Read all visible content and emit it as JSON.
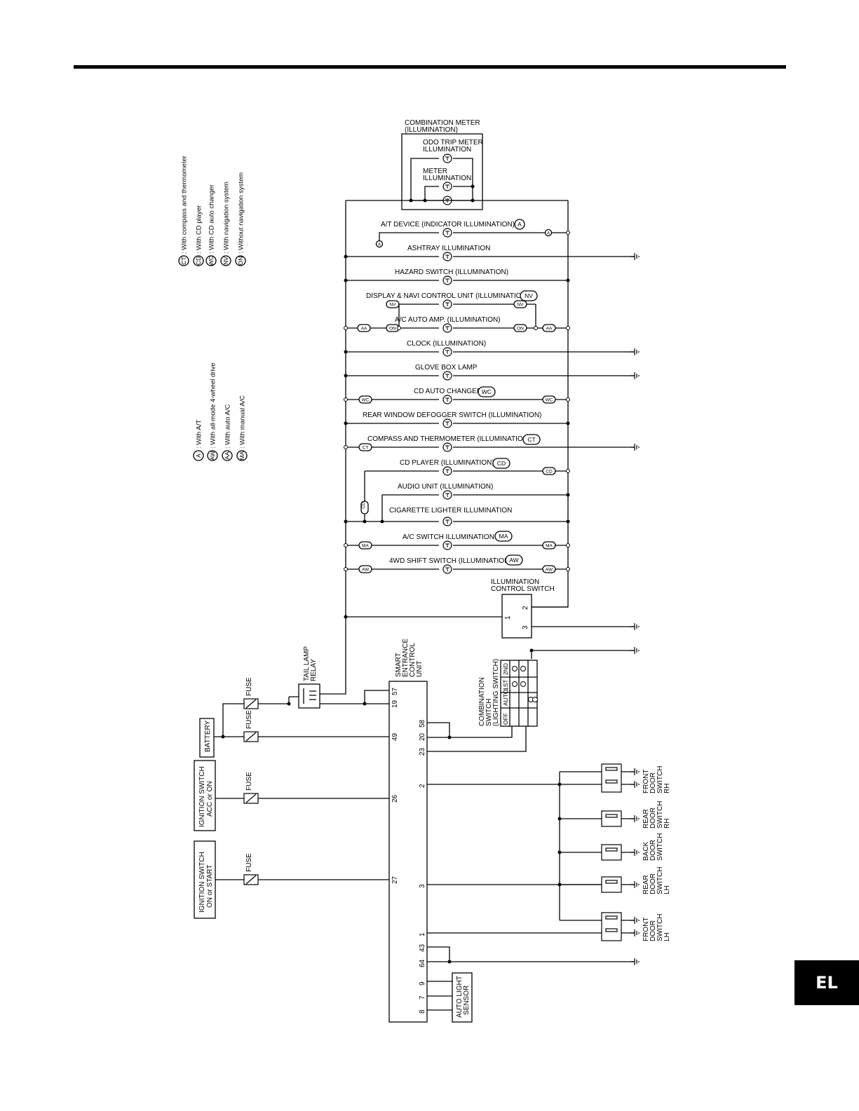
{
  "section_tab": "EL",
  "legend": [
    {
      "code": "CT",
      "text": ": With compass and thermometer"
    },
    {
      "code": "CD",
      "text": ": With CD player"
    },
    {
      "code": "WC",
      "text": ": With CD auto changer"
    },
    {
      "code": "NV",
      "text": ": With navigation system"
    },
    {
      "code": "ON",
      "text": ": Without navigation system"
    },
    {
      "code": "A",
      "text": ": With A/T"
    },
    {
      "code": "AW",
      "text": ": With all-mode 4-wheel drive"
    },
    {
      "code": "AA",
      "text": ": With auto A/C"
    },
    {
      "code": "MA",
      "text": ": With manual A/C"
    }
  ],
  "combination_meter": {
    "title_1": "COMBINATION METER",
    "title_2": "(ILLUMINATION)",
    "odo_1": "ODO TRIP METER",
    "odo_2": "ILLUMINATION",
    "meter_1": "METER",
    "meter_2": "ILLUMINATION"
  },
  "illumination_rows": [
    {
      "label": "A/T DEVICE (INDICATOR ILLUMINATION)",
      "badge": "A"
    },
    {
      "label": "ASHTRAY ILLUMINATION",
      "badge": ""
    },
    {
      "label": "HAZARD SWITCH (ILLUMINATION)",
      "badge": ""
    },
    {
      "label": "DISPLAY & NAVI CONTROL UNIT (ILLUMINATION)",
      "badge": "NV"
    },
    {
      "label": "A/C AUTO AMP. (ILLUMINATION)",
      "badge": ""
    },
    {
      "label": "CLOCK (ILLUMINATION)",
      "badge": ""
    },
    {
      "label": "GLOVE BOX LAMP",
      "badge": ""
    },
    {
      "label": "CD AUTO CHANGER",
      "badge": "WC"
    },
    {
      "label": "REAR WINDOW DEFOGGER SWITCH (ILLUMINATION)",
      "badge": ""
    },
    {
      "label": "COMPASS AND THERMOMETER (ILLUMINATION)",
      "badge": "CT"
    },
    {
      "label": "CD PLAYER (ILLUMINATION)",
      "badge": "CD"
    },
    {
      "label": "AUDIO UNIT (ILLUMINATION)",
      "badge": ""
    },
    {
      "label": "CIGARETTE LIGHTER ILLUMINATION",
      "badge": ""
    },
    {
      "label": "A/C SWITCH ILLUMINATION",
      "badge": "MA"
    },
    {
      "label": "4WD SHIFT SWITCH (ILLUMINATION)",
      "badge": "AW"
    }
  ],
  "badges": {
    "nv": "NV",
    "on": "ON",
    "aa": "AA",
    "wc": "WC",
    "ct": "CT",
    "cd": "CD",
    "ma": "MA",
    "aw": "AW",
    "a": "A"
  },
  "illumination_control_switch": {
    "line1": "ILLUMINATION",
    "line2": "CONTROL SWITCH",
    "pin1": "1",
    "pin2": "2",
    "pin3": "3"
  },
  "power_sources": {
    "battery": "BATTERY",
    "ign_acc_1": "IGNITION SWITCH",
    "ign_acc_2": "ACC or ON",
    "ign_on_1": "IGNITION SWITCH",
    "ign_on_2": "ON or START",
    "fuse": "FUSE"
  },
  "tail_lamp_relay": {
    "line1": "TAIL LAMP",
    "line2": "RELAY"
  },
  "smart_entrance": {
    "line1": "SMART",
    "line2": "ENTRANCE",
    "line3": "CONTROL",
    "line4": "UNIT",
    "pins_left": [
      "57",
      "19",
      "49",
      "26",
      "27"
    ],
    "pins_right": [
      "58",
      "20",
      "23",
      "2",
      "3",
      "1",
      "43",
      "64",
      "9",
      "7",
      "8"
    ]
  },
  "combination_switch": {
    "line1": "COMBINATION",
    "line2": "SWITCH",
    "line3": "(LIGHTING SWITCH)",
    "positions": [
      "OFF",
      "AUTO",
      "1ST",
      "2ND"
    ]
  },
  "door_switches": [
    {
      "line1": "FRONT",
      "line2": "DOOR",
      "line3": "SWITCH",
      "line4": "RH"
    },
    {
      "line1": "REAR",
      "line2": "DOOR",
      "line3": "SWITCH",
      "line4": "RH"
    },
    {
      "line1": "BACK",
      "line2": "DOOR",
      "line3": "SWITCH",
      "line4": ""
    },
    {
      "line1": "REAR",
      "line2": "DOOR",
      "line3": "SWITCH",
      "line4": "LH"
    },
    {
      "line1": "FRONT",
      "line2": "DOOR",
      "line3": "SWITCH",
      "line4": "LH"
    }
  ],
  "auto_light_sensor": {
    "line1": "AUTO LIGHT",
    "line2": "SENSOR"
  }
}
